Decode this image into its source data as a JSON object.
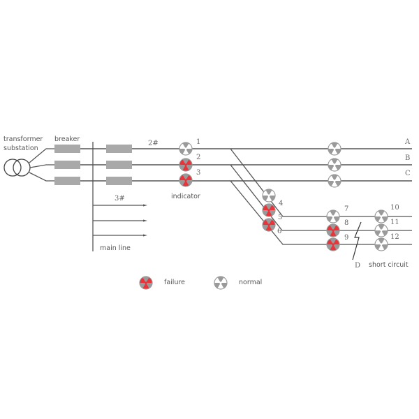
{
  "labels": {
    "transformer_line1": "transformer",
    "transformer_line2": "substation",
    "breaker": "breaker",
    "feeder_2": "2#",
    "feeder_3": "3#",
    "main_line": "main line",
    "indicator": "indicator",
    "fault_point": "D",
    "short_circuit": "short circuit"
  },
  "phases": [
    "A",
    "B",
    "C"
  ],
  "indicators": [
    {
      "id": "1",
      "state": "normal"
    },
    {
      "id": "2",
      "state": "failure"
    },
    {
      "id": "3",
      "state": "failure"
    },
    {
      "id": "4",
      "state": "normal"
    },
    {
      "id": "5",
      "state": "failure"
    },
    {
      "id": "6",
      "state": "failure"
    },
    {
      "id": "7",
      "state": "normal"
    },
    {
      "id": "8",
      "state": "failure"
    },
    {
      "id": "9",
      "state": "failure"
    },
    {
      "id": "10",
      "state": "normal"
    },
    {
      "id": "11",
      "state": "normal"
    },
    {
      "id": "12",
      "state": "normal"
    }
  ],
  "legend": {
    "failure_label": "failure",
    "normal_label": "normal"
  },
  "colors": {
    "line": "#555555",
    "breaker": "#a9a9a9",
    "indicator_gray": "#9a9a9a",
    "indicator_failure": "#e8343a",
    "indicator_normal_bg": "#ffffff"
  }
}
